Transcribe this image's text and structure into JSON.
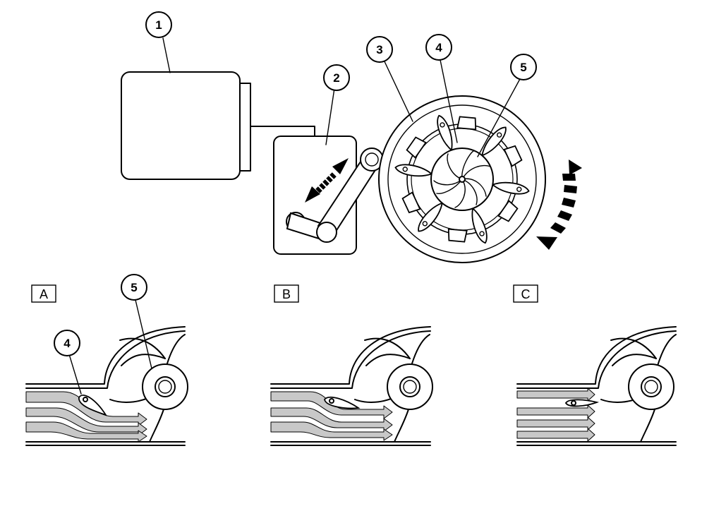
{
  "callouts": {
    "c1": "1",
    "c2": "2",
    "c3": "3",
    "c4": "4",
    "c5": "5",
    "a4": "4",
    "a5": "5"
  },
  "panels": {
    "a": "A",
    "b": "B",
    "c": "C"
  },
  "colors": {
    "line": "#000000",
    "flow_fill": "#c8c8c8",
    "background": "#ffffff"
  }
}
